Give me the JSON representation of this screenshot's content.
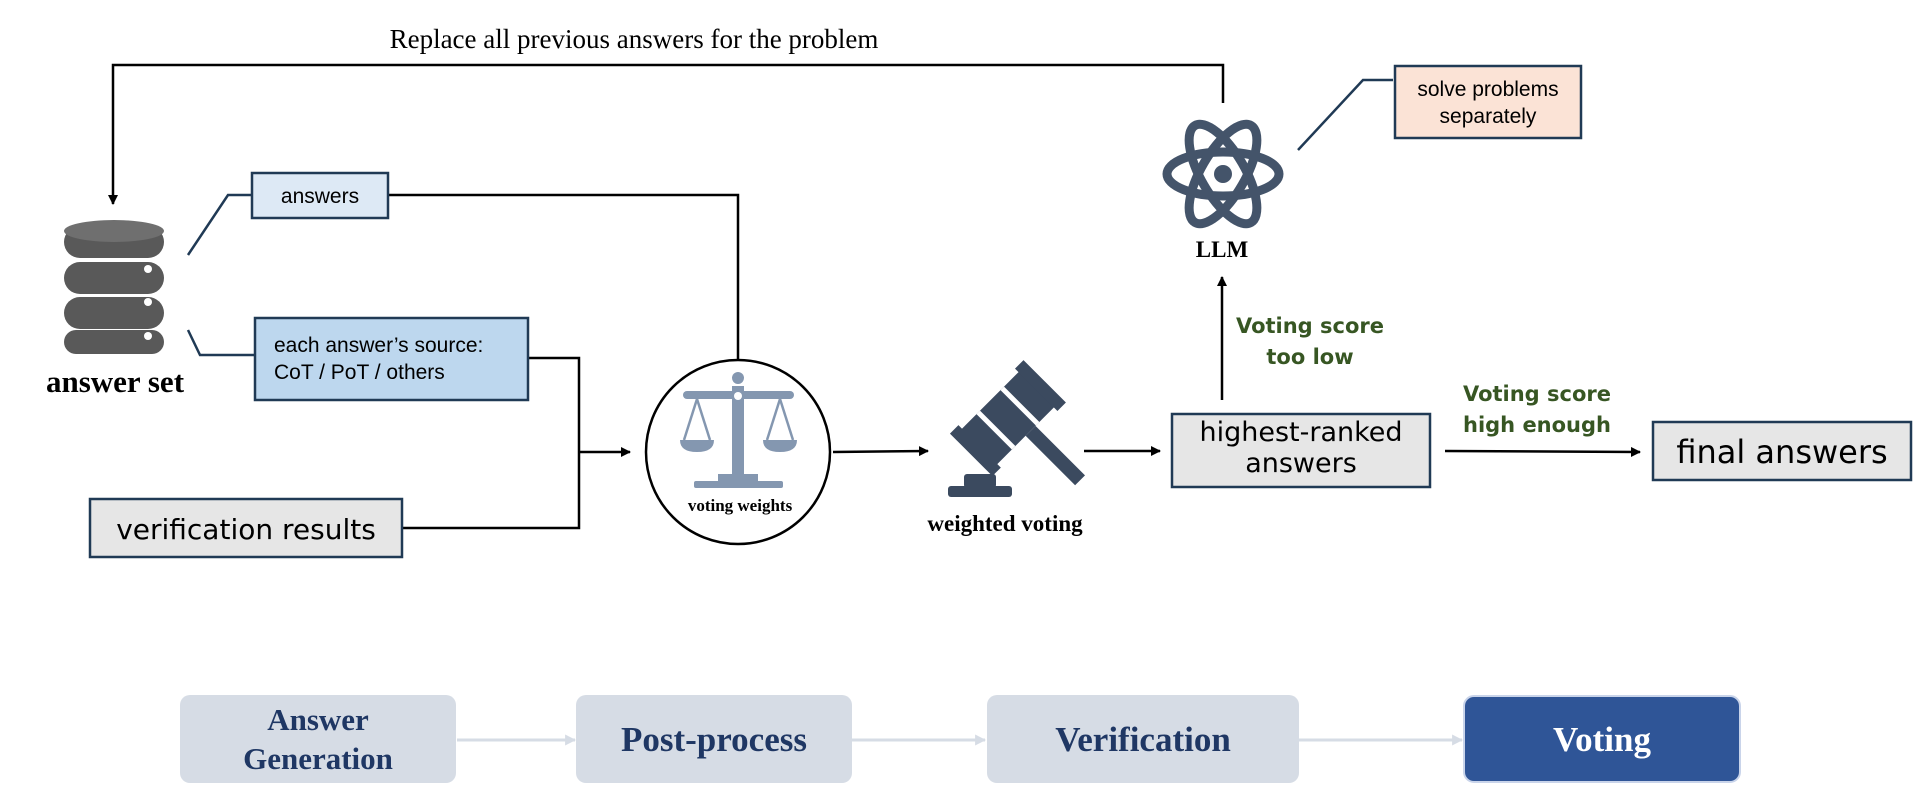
{
  "feedback_label": "Replace all previous answers for the problem",
  "database": {
    "label": "answer set",
    "icon": "database-icon"
  },
  "boxes": {
    "answers": "answers",
    "source_line1": "each answer’s source:",
    "source_line2": "CoT / PoT / others",
    "verification": "verification results",
    "solve_line1": "solve problems",
    "solve_line2": "separately",
    "highest_line1": "highest-ranked",
    "highest_line2": "answers",
    "final": "final answers"
  },
  "scale": {
    "label": "voting weights",
    "icon": "scale-icon"
  },
  "gavel": {
    "label": "weighted voting",
    "icon": "gavel-icon"
  },
  "llm": {
    "label": "LLM",
    "icon": "atom-icon"
  },
  "conditions": {
    "low_line1": "Voting score",
    "low_line2": "too low",
    "high_line1": "Voting score",
    "high_line2": "high enough"
  },
  "pipeline": {
    "steps": [
      {
        "line1": "Answer",
        "line2": "Generation",
        "active": false
      },
      {
        "label": "Post-process",
        "active": false
      },
      {
        "label": "Verification",
        "active": false
      },
      {
        "label": "Voting",
        "active": true
      }
    ]
  },
  "colors": {
    "line": "#000000",
    "box_border": "#203a55",
    "answers_fill": "#dde9f5",
    "source_fill": "#bdd7ee",
    "gray_fill": "#e6e6e6",
    "orange_fill": "#fbe3d6",
    "icon_dark": "#3b4a5f",
    "icon_scale": "#8497b0",
    "condition_green": "#375623",
    "step_fill": "#d6dce5",
    "step_text": "#1f3764",
    "active_fill": "#2f5597",
    "active_text": "#ffffff",
    "pipeline_arrow": "#d6dce5"
  }
}
